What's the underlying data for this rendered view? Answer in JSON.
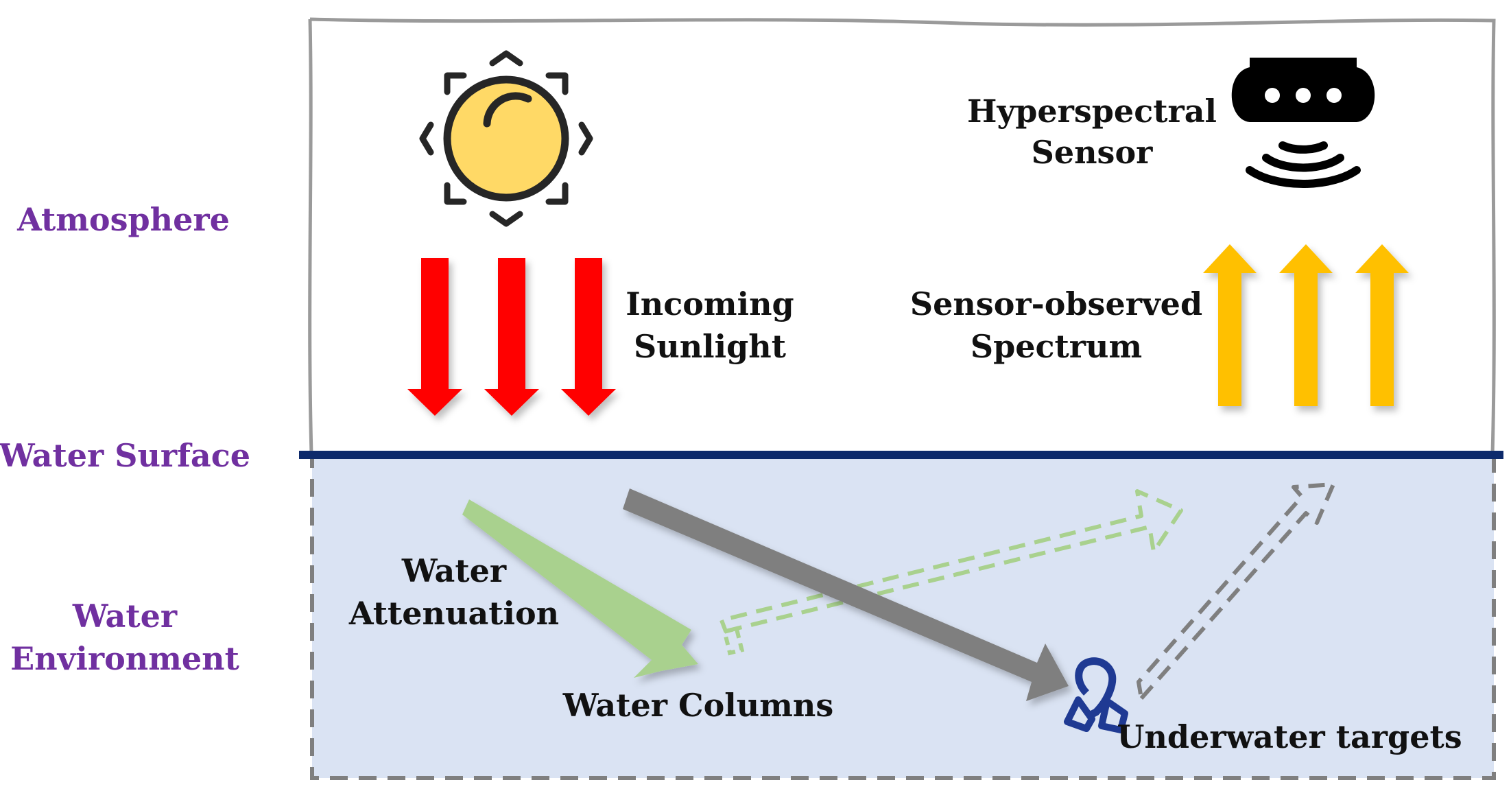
{
  "layers": {
    "atmosphere": "Atmosphere",
    "water_surface": "Water Surface",
    "water_environment": [
      "Water",
      "Environment"
    ]
  },
  "labels": {
    "incoming_sunlight": [
      "Incoming",
      "Sunlight"
    ],
    "hyperspectral_sensor": [
      "Hyperspectral",
      "Sensor"
    ],
    "sensor_observed_spectrum": [
      "Sensor-observed",
      "Spectrum"
    ],
    "water_attenuation": [
      "Water",
      "Attenuation"
    ],
    "water_columns": "Water Columns",
    "underwater_targets": "Underwater targets"
  },
  "icons": {
    "sun": "sun-icon",
    "sensor": "hyperspectral-sensor-icon",
    "target": "underwater-target-icon"
  },
  "colors": {
    "layer_label": "#7030a0",
    "sunlight_arrow": "#ff0000",
    "observed_arrow": "#ffc000",
    "water_fill": "#dae3f3",
    "water_surface_line": "#0d2a6b",
    "attenuation_arrow": "#a9d18e",
    "column_reflection": "#a9d18e",
    "target_path_arrow": "#7f7f7f",
    "sun_fill": "#ffd966",
    "target_icon": "#1f3a93"
  }
}
